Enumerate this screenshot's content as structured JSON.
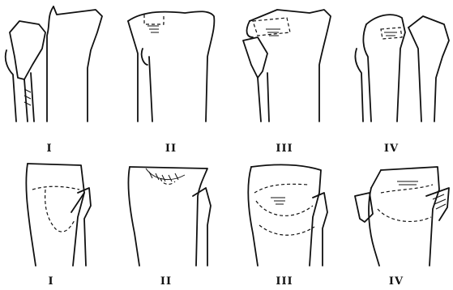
{
  "top_row": {
    "labels": [
      "I",
      "II",
      "III",
      "IV"
    ]
  },
  "bottom_row": {
    "labels": [
      "I",
      "II",
      "III",
      "IV"
    ]
  }
}
